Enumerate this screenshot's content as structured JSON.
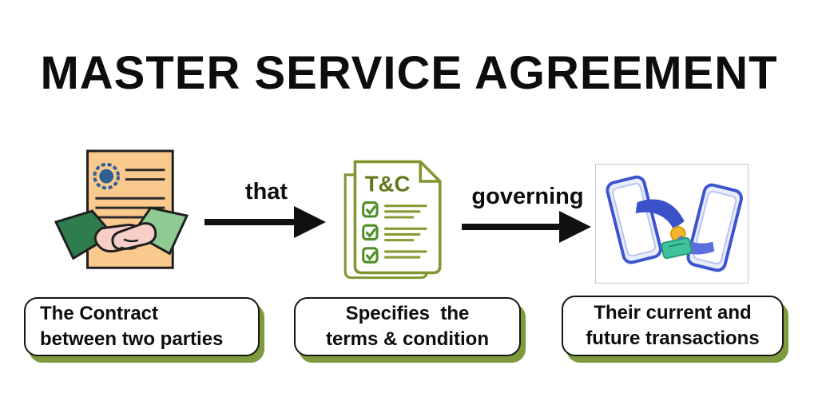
{
  "title": "MASTER SERVICE AGREEMENT",
  "flow": {
    "step1_icon": "contract-handshake",
    "connector1_label": "that",
    "step2_icon": "terms-and-conditions-document",
    "tc_badge": "T&C",
    "connector2_label": "governing",
    "step3_icon": "phones-money-transfer"
  },
  "captions": [
    {
      "line1": "The Contract",
      "line2": "between two parties"
    },
    {
      "line1": "Specifies  the",
      "line2": "terms & condition"
    },
    {
      "line1": "Their current and",
      "line2": "future transactions"
    }
  ],
  "colors": {
    "accent-green": "#7d9b3c",
    "olive": "#7f9631",
    "check-green": "#4e8f27",
    "doc-orange": "#f9c98e",
    "seal-blue": "#2e5f93",
    "sleeve-dark-green": "#2f7d4e",
    "sleeve-light-green": "#8ecb92",
    "hand-pink": "#f8cfc8",
    "phone-blue": "#3c55cf",
    "arm-blue": "#3b51c8",
    "coin-yellow": "#f4b62a",
    "money-green": "#3fc39c",
    "ink": "#111111"
  }
}
